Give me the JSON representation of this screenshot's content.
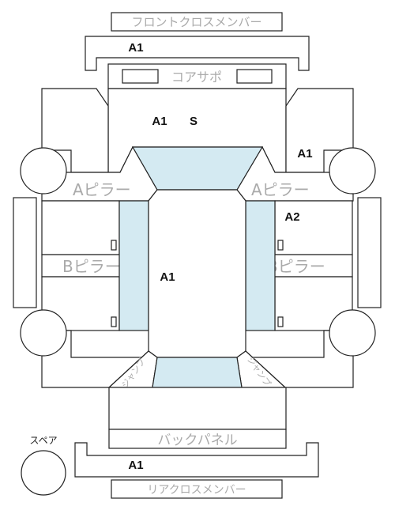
{
  "labels": {
    "front_cross_member": "フロントクロスメンバー",
    "core_support": "コアサポ",
    "a_pillar": "Aピラー",
    "b_pillar": "Bピラー",
    "back_panel": "バックパネル",
    "rear_cross_member": "リアクロスメンバー",
    "spare": "スペア",
    "jump_left": "ジャンプ",
    "jump_right": "ジャンプ"
  },
  "grades": {
    "front_cross_member": "A1",
    "core_support": "A1",
    "core_support_s": "S",
    "right_front_fender": "A1",
    "right_inner": "A2",
    "floor": "A1",
    "rear_cross_member": "A1"
  },
  "colors": {
    "glass": "#d4eaf2",
    "label_gray": "#aaaaaa",
    "line": "#222222"
  }
}
